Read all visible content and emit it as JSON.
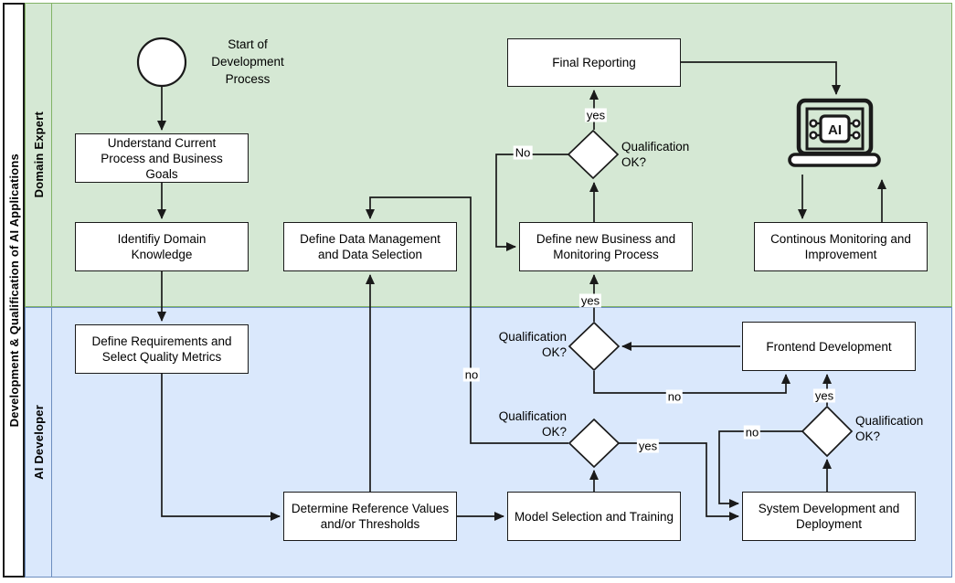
{
  "pool": {
    "title": "Development & Qualification of AI Applications"
  },
  "lanes": [
    {
      "label": "Domain Expert",
      "fill": "#d5e8d4",
      "border": "#82b366"
    },
    {
      "label": "AI Developer",
      "fill": "#dae8fc",
      "border": "#6c8ebf"
    }
  ],
  "colors": {
    "shape_stroke": "#1a1a1a",
    "node_fill": "#ffffff"
  },
  "start": {
    "label": "Start of Development Process"
  },
  "tasks": {
    "understand": "Understand Current Process and Business Goals",
    "identify_domain": "Identifiy Domain Knowledge",
    "define_data_mgmt": "Define Data Management and Data Selection",
    "define_new_business": "Define new Business and Monitoring Process",
    "final_reporting": "Final Reporting",
    "continuous_monitoring": "Continous Monitoring and Improvement",
    "define_requirements": "Define Requirements and Select Quality Metrics",
    "determine_reference": "Determine Reference Values and/or Thresholds",
    "model_selection": "Model Selection and Training",
    "system_development": "System Development and Deployment",
    "frontend_development": "Frontend Development"
  },
  "decision_label": "Qualification OK?",
  "edge_labels": {
    "d1_yes": "yes",
    "d1_no": "No",
    "d2_yes": "yes",
    "d2_no": "no",
    "d3_yes": "yes",
    "d3_no": "no",
    "d4_yes": "yes",
    "d4_no": "no"
  },
  "ai_device": {
    "chip_text": "AI"
  }
}
